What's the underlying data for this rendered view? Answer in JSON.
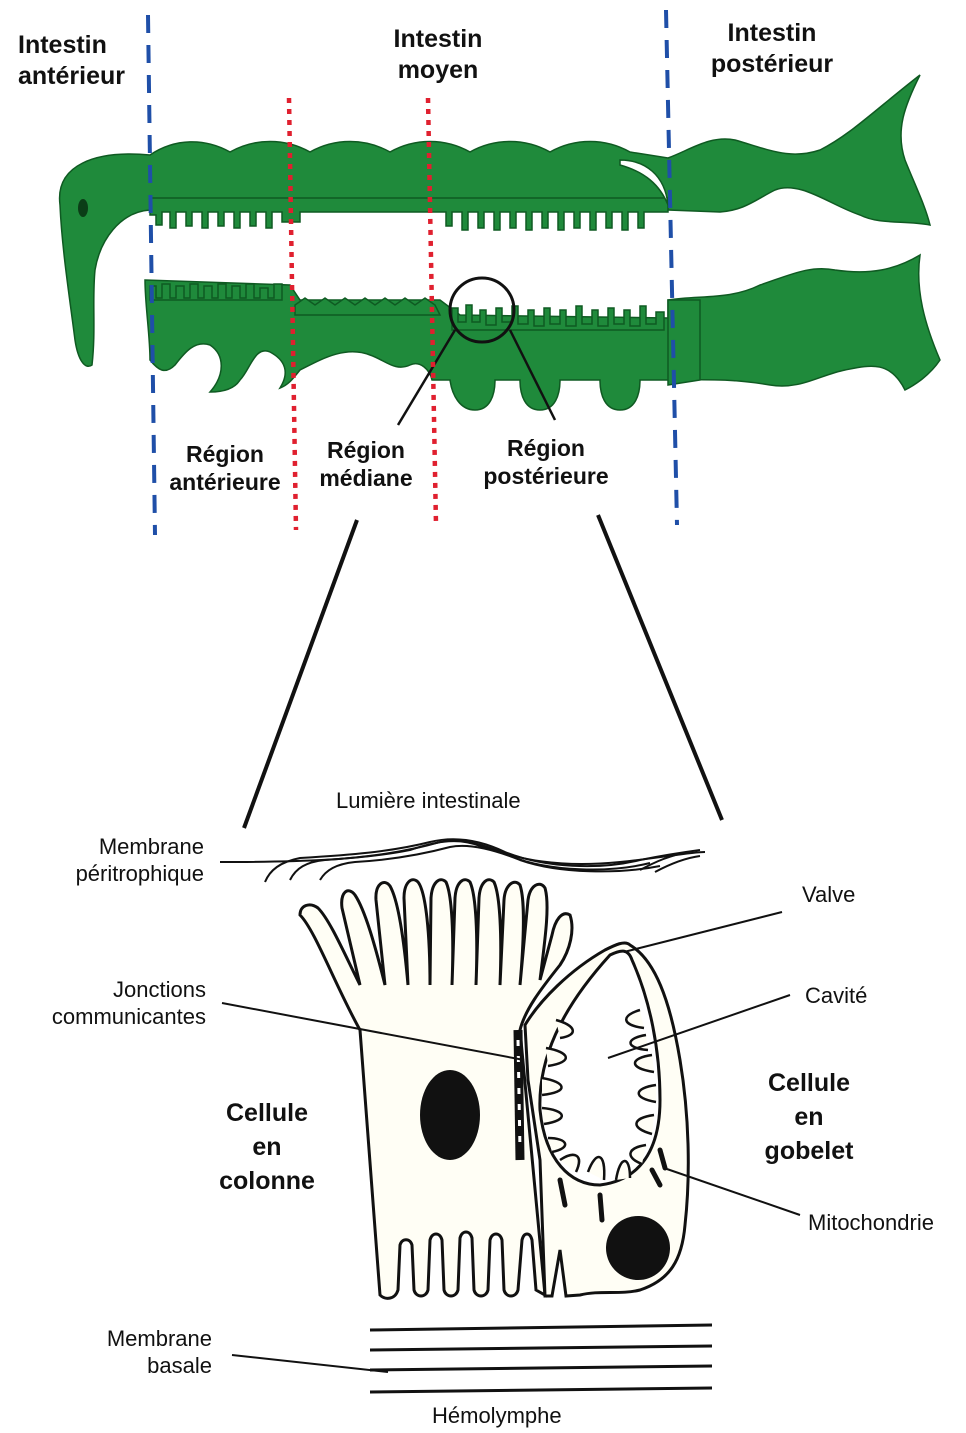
{
  "colors": {
    "gut_green": "#1f8a3b",
    "gut_outline": "#0f5a22",
    "boundary_blue": "#1f4fa8",
    "boundary_red": "#e0202f",
    "cell_fill": "#fffef5",
    "ink": "#111111"
  },
  "top_labels": {
    "anterior_line1": "Intestin",
    "anterior_line2": "antérieur",
    "middle_line1": "Intestin",
    "middle_line2": "moyen",
    "posterior_line1": "Intestin",
    "posterior_line2": "postérieur"
  },
  "region_labels": {
    "anterior_line1": "Région",
    "anterior_line2": "antérieure",
    "median_line1": "Région",
    "median_line2": "médiane",
    "posterior_line1": "Région",
    "posterior_line2": "postérieure"
  },
  "detail_labels": {
    "lumen": "Lumière intestinale",
    "peritrophic_line1": "Membrane",
    "peritrophic_line2": "péritrophique",
    "junctions_line1": "Jonctions",
    "junctions_line2": "communicantes",
    "column_cell_line1": "Cellule",
    "column_cell_line2": "en",
    "column_cell_line3": "colonne",
    "goblet_cell_line1": "Cellule",
    "goblet_cell_line2": "en",
    "goblet_cell_line3": "gobelet",
    "valve": "Valve",
    "cavity": "Cavité",
    "mitochondria": "Mitochondrie",
    "basal_line1": "Membrane",
    "basal_line2": "basale",
    "hemolymph": "Hémolymphe"
  }
}
